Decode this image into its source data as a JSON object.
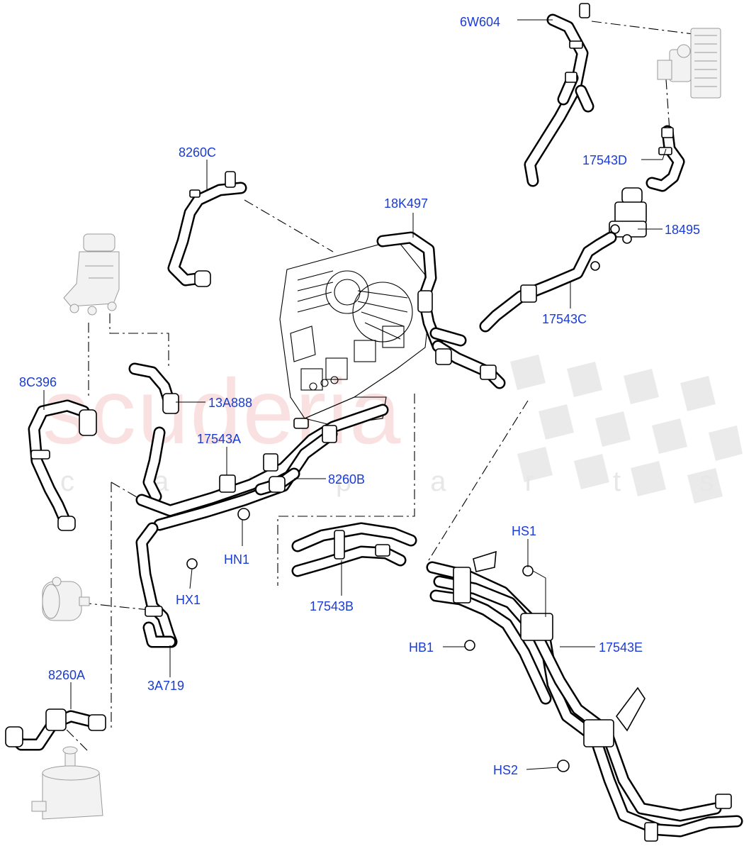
{
  "watermark": {
    "main": "scuderia",
    "sub": "c a r p a r t s"
  },
  "callouts": [
    {
      "id": "6W604",
      "text": "6W604"
    },
    {
      "id": "8260C",
      "text": "8260C"
    },
    {
      "id": "18K497",
      "text": "18K497"
    },
    {
      "id": "17543D",
      "text": "17543D"
    },
    {
      "id": "18495",
      "text": "18495"
    },
    {
      "id": "17543C",
      "text": "17543C"
    },
    {
      "id": "8C396",
      "text": "8C396"
    },
    {
      "id": "13A888",
      "text": "13A888"
    },
    {
      "id": "17543A",
      "text": "17543A"
    },
    {
      "id": "8260B",
      "text": "8260B"
    },
    {
      "id": "HN1",
      "text": "HN1"
    },
    {
      "id": "HX1",
      "text": "HX1"
    },
    {
      "id": "17543B",
      "text": "17543B"
    },
    {
      "id": "HS1",
      "text": "HS1"
    },
    {
      "id": "HB1",
      "text": "HB1"
    },
    {
      "id": "17543E",
      "text": "17543E"
    },
    {
      "id": "3A719",
      "text": "3A719"
    },
    {
      "id": "8260A",
      "text": "8260A"
    },
    {
      "id": "HS2",
      "text": "HS2"
    }
  ],
  "colors": {
    "label": "#1a3cd6",
    "watermark": "#f6c9c9",
    "line": "#000000",
    "context_part": "#9a9a9a"
  }
}
